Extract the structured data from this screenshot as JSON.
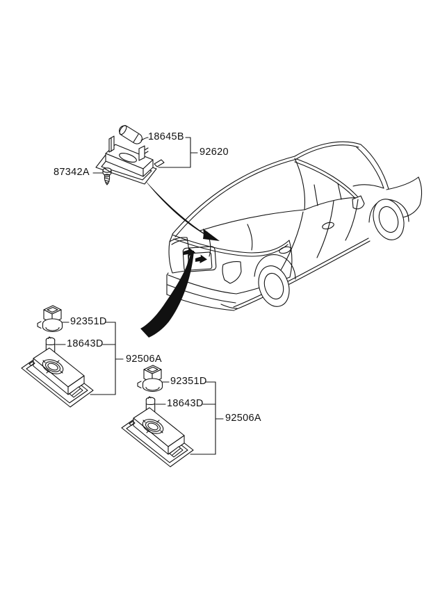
{
  "canvas": {
    "background": "#ffffff",
    "line_color": "#111111",
    "arrow_color": "#111111"
  },
  "callouts": {
    "trunk_lamp": {
      "bulb": "18645B",
      "assembly": "92620",
      "screw": "87342A"
    },
    "license_lamp_left": {
      "socket": "92351D",
      "bulb": "18643D",
      "assembly": "92506A"
    },
    "license_lamp_right": {
      "socket": "92351D",
      "bulb": "18643D",
      "assembly": "92506A"
    }
  }
}
